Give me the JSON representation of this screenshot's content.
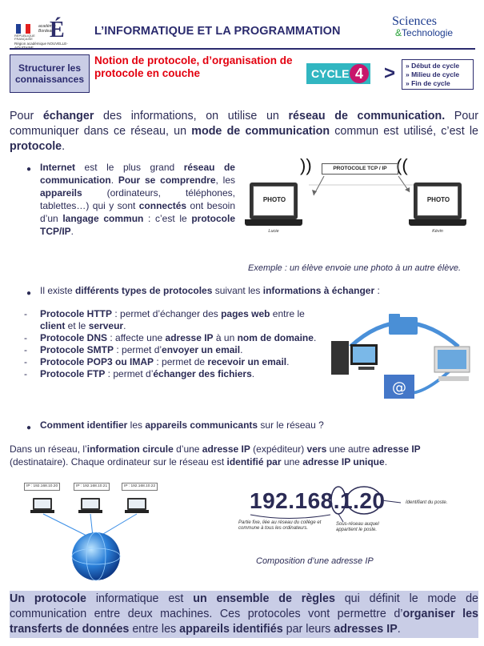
{
  "header": {
    "logo_rf": "RÉPUBLIQUE FRANÇAISE",
    "logo_academie": "académie Bordeaux",
    "logo_region": "Région académique NOUVELLE-AQUITAINE",
    "title": "L’INFORMATIQUE ET LA PROGRAMMATION",
    "logo_st_line1": "Sciences",
    "logo_st_amp": "&",
    "logo_st_line2": "Technologie"
  },
  "banner": {
    "struct_label": "Structurer les connaissances",
    "notion": "Notion de protocole, d’organisation de protocole en couche",
    "cycle_label": "CYCLE",
    "cycle_num": "4",
    "arrow": ">",
    "cycle_items": [
      "» Début de cycle",
      "» Milieu de cycle",
      "» Fin de cycle"
    ]
  },
  "intro": {
    "t1": "Pour ",
    "b1": "échanger",
    "t2": " des informations, on utilise un ",
    "b2": "réseau de communication.",
    "t3": " Pour communiquer dans ce réseau, un ",
    "b3": "mode de communication",
    "t4": " commun est utilisé, c’est le ",
    "b4": "protocole",
    "t5": "."
  },
  "para1": {
    "b1": "Internet",
    "t1": " est le plus grand ",
    "b2": "réseau de communication",
    "t2": ". ",
    "b3": "Pour se comprendre",
    "t3": ", les ",
    "b4": "appareils",
    "t4": " (ordinateurs, téléphones, tablettes…) qui y sont ",
    "b5": "connectés",
    "t5": " ont besoin d’un ",
    "b6": "langage commun",
    "t6": " : c’est le ",
    "b7": "protocole TCP/IP",
    "t7": "."
  },
  "figure1": {
    "tcp_label": "PROTOCOLE TCP / IP",
    "photo_left": "PHOTO",
    "photo_right": "PHOTO",
    "name_left": "Lucie",
    "name_right": "Kévin",
    "caption": "Exemple : un élève envoie une photo à un autre élève."
  },
  "para2": {
    "t1": "Il existe ",
    "b1": "différents types de protocoles",
    "t2": " suivant les ",
    "b2": "informations à échanger",
    "t3": " :"
  },
  "protocols": [
    {
      "b1": "Protocole HTTP",
      "t1": " : permet d’échanger des ",
      "b2": "pages web",
      "t2": " entre le ",
      "b3": "client",
      "t3": " et le ",
      "b4": "serveur",
      "t4": "."
    },
    {
      "b1": "Protocole DNS",
      "t1": " : affecte une ",
      "b2": "adresse IP",
      "t2": " à un ",
      "b3": "nom de domaine",
      "t3": ".",
      "b4": "",
      "t4": ""
    },
    {
      "b1": "Protocole SMTP",
      "t1": " : permet d’",
      "b2": "envoyer un email",
      "t2": ".",
      "b3": "",
      "t3": "",
      "b4": "",
      "t4": ""
    },
    {
      "b1": "Protocole POP3 ou IMAP",
      "t1": " : permet de ",
      "b2": "recevoir un email",
      "t2": ".",
      "b3": "",
      "t3": "",
      "b4": "",
      "t4": ""
    },
    {
      "b1": "Protocole FTP",
      "t1": " : permet d’",
      "b2": "échanger des fichiers",
      "t2": ".",
      "b3": "",
      "t3": "",
      "b4": "",
      "t4": ""
    }
  ],
  "para3": {
    "b1": "Comment identifier",
    "t1": " les ",
    "b2": "appareils communicants",
    "t2": " sur le réseau ?"
  },
  "para4": {
    "t1": "Dans un réseau, l’",
    "b1": "information circule",
    "t2": " d’une ",
    "b2": "adresse IP",
    "t3": " (expéditeur) ",
    "b3": "vers",
    "t4": " une autre ",
    "b4": "adresse IP",
    "t5": " (destinataire). Chaque ordinateur sur le réseau est ",
    "b5": "identifié par",
    "t6": " une ",
    "b6": "adresse IP unique",
    "t7": "."
  },
  "figure2": {
    "ips": [
      "IP : 192.168.10.20",
      "IP : 192.168.10.21",
      "IP : 192.168.10.22"
    ],
    "big_ip": "192.168.1.20",
    "note_fixed": "Partie fixe, liée au réseau du collège et commune à tous les ordinateurs.",
    "note_sub": "Sous-réseau auquel appartient le poste.",
    "note_id": "Identifiant du poste.",
    "caption": "Composition d’une adresse IP"
  },
  "conclusion": {
    "b1": "Un protocole",
    "t1": " informatique est ",
    "b2": "un ensemble de règles",
    "t2": " qui définit le mode de communication entre deux machines. Ces protocoles vont permettre d’",
    "b3": "organiser les transferts de données",
    "t3": " entre les ",
    "b4": "appareils identifiés",
    "t4": " par leurs ",
    "b5": "adresses IP",
    "t5": "."
  },
  "colors": {
    "navy": "#2b2b6e",
    "red": "#e3000f",
    "cyan": "#31b6c1",
    "magenta": "#c8166b",
    "highlight": "#c9cde6"
  }
}
